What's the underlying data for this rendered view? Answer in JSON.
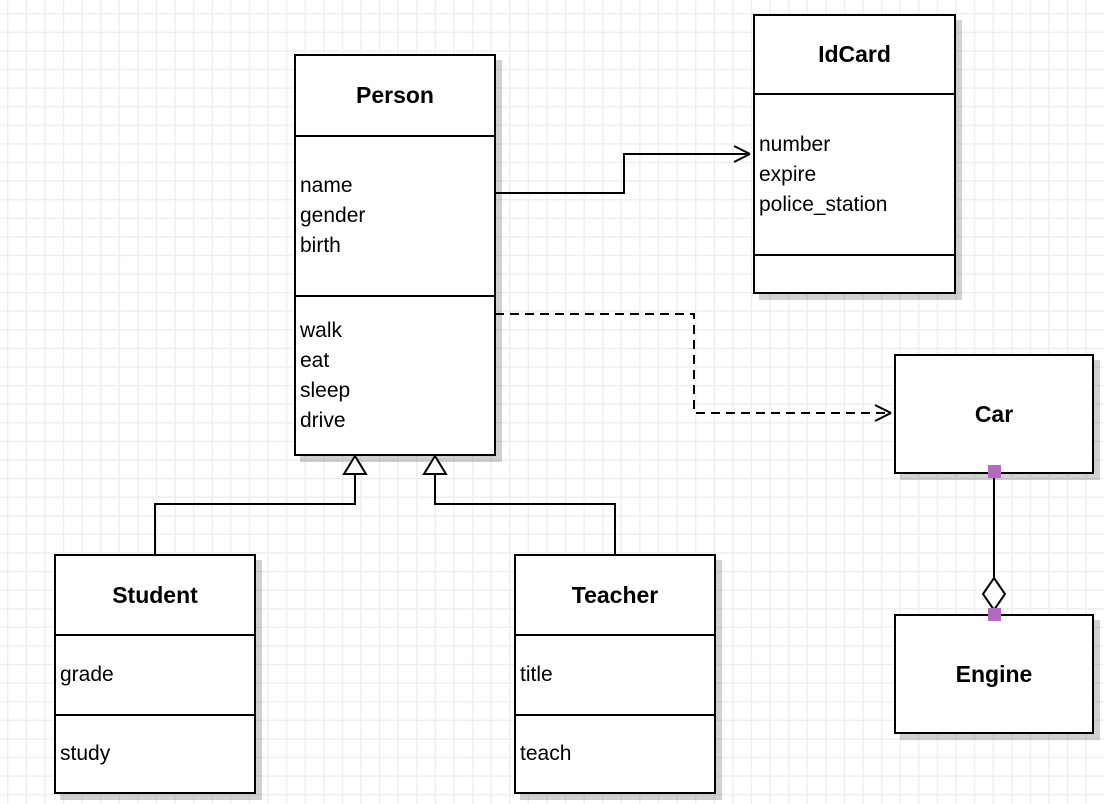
{
  "diagram": {
    "classes": {
      "person": {
        "name": "Person",
        "attributes": [
          "name",
          "gender",
          "birth"
        ],
        "methods": [
          "walk",
          "eat",
          "sleep",
          "drive"
        ]
      },
      "idcard": {
        "name": "IdCard",
        "attributes": [
          "number",
          "expire",
          "police_station"
        ],
        "methods": []
      },
      "student": {
        "name": "Student",
        "attributes": [
          "grade"
        ],
        "methods": [
          "study"
        ]
      },
      "teacher": {
        "name": "Teacher",
        "attributes": [
          "title"
        ],
        "methods": [
          "teach"
        ]
      },
      "car": {
        "name": "Car"
      },
      "engine": {
        "name": "Engine"
      }
    },
    "edges": [
      {
        "from": "Person",
        "to": "IdCard",
        "type": "association"
      },
      {
        "from": "Person",
        "to": "Car",
        "type": "dependency"
      },
      {
        "from": "Student",
        "to": "Person",
        "type": "generalization"
      },
      {
        "from": "Teacher",
        "to": "Person",
        "type": "generalization"
      },
      {
        "from": "Car",
        "to": "Engine",
        "type": "aggregation"
      }
    ],
    "colors": {
      "line": "#000000",
      "box_fill": "#ffffff",
      "grid": "#efeff3",
      "connection_point": "#b469c0"
    }
  }
}
